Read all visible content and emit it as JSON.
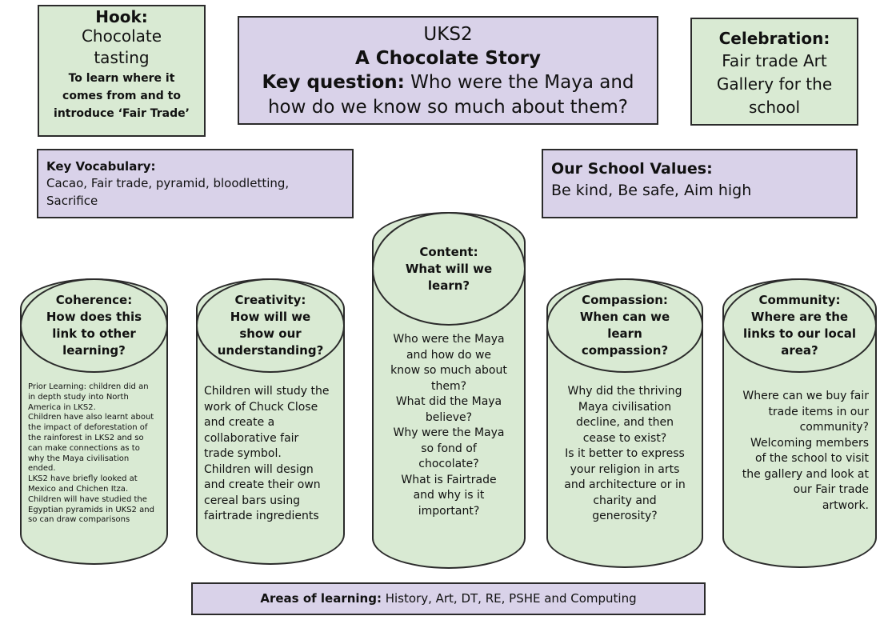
{
  "hook": {
    "heading": "Hook:",
    "line1": "Chocolate",
    "line2": "tasting",
    "sub1": "To learn where it",
    "sub2": "comes from and to",
    "sub3": "introduce ‘Fair Trade’"
  },
  "title": {
    "stage": "UKS2",
    "name": "A Chocolate Story",
    "question_label": "Key question:",
    "question_line1": " Who were the Maya and",
    "question_line2": "how do we know so much about them?"
  },
  "celebration": {
    "heading": "Celebration:",
    "line1": "Fair trade Art",
    "line2": "Gallery for the",
    "line3": "school"
  },
  "vocabulary": {
    "heading": "Key Vocabulary:",
    "line1": "Cacao, Fair trade, pyramid, bloodletting,",
    "line2": "Sacrifice"
  },
  "values": {
    "heading": "Our School Values:",
    "text": "Be kind, Be safe, Aim high"
  },
  "areas": {
    "label": "Areas of learning:",
    "text": " History, Art, DT, RE, PSHE and Computing"
  },
  "cylinders": [
    {
      "title_lines": [
        "Coherence:",
        "How does this",
        "link to other",
        "learning?"
      ],
      "body_lines": [
        "Prior Learning: children did an",
        "in depth study into North",
        "America in LKS2.",
        "Children have also learnt about",
        "the impact of deforestation of",
        "the rainforest in LKS2 and so",
        "can make connections as to",
        "why the Maya civilisation",
        "ended.",
        "LKS2 have briefly looked at",
        "Mexico and Chichen Itza.",
        "Children will have studied the",
        "Egyptian pyramids in UKS2 and",
        "so can draw comparisons"
      ]
    },
    {
      "title_lines": [
        "Creativity:",
        "How will we",
        "show our",
        "understanding?"
      ],
      "body_lines": [
        "Children will study the",
        "work of Chuck Close",
        "and create a",
        "collaborative fair",
        "trade symbol.",
        "Children will design",
        "and create their own",
        "cereal bars using",
        "fairtrade ingredients"
      ]
    },
    {
      "title_lines": [
        "Content:",
        "What will we",
        "learn?"
      ],
      "body_lines": [
        "Who were the Maya",
        "and how do we",
        "know so much about",
        "them?",
        "What did the Maya",
        "believe?",
        "Why were the Maya",
        "so fond of",
        "chocolate?",
        "What is Fairtrade",
        "and why is it",
        "important?"
      ]
    },
    {
      "title_lines": [
        "Compassion:",
        "When can we",
        "learn",
        "compassion?"
      ],
      "body_lines": [
        "Why did the thriving",
        "Maya civilisation",
        "decline, and then",
        "cease to exist?",
        "Is it better to express",
        "your religion in arts",
        "and architecture or in",
        "charity and",
        "generosity?"
      ]
    },
    {
      "title_lines": [
        "Community:",
        "Where are the",
        "links to our local",
        "area?"
      ],
      "body_lines": [
        "Where can we buy fair",
        "trade items in our",
        "community?",
        "Welcoming members",
        "of the school to visit",
        "the gallery and look at",
        "our Fair trade",
        "artwork."
      ]
    }
  ],
  "colors": {
    "green_fill": "#d9ead3",
    "purple_fill": "#d9d2e9",
    "border": "#2b2b2b"
  }
}
